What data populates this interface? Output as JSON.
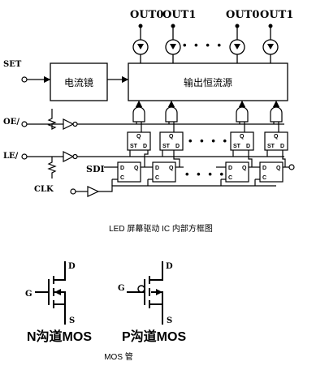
{
  "block_diagram": {
    "outputs": [
      "OUT0",
      "OUT1",
      "OUT0",
      "OUT1"
    ],
    "ellipsis": "• • • •",
    "current_mirror_label": "电流镜",
    "output_source_label": "输出恒流源",
    "pin_set": "SET",
    "pin_oe": "OE/",
    "pin_le": "LE/",
    "pin_clk": "CLK",
    "pin_sdi": "SDI",
    "latch_st": "ST",
    "latch_d": "D",
    "latch_q": "Q",
    "flipflop_d": "D",
    "flipflop_c": "C",
    "flipflop_q": "Q",
    "caption": "LED 屏幕驱动 IC 内部方框图"
  },
  "mos": {
    "n_label": "N沟道MOS",
    "p_label": "P沟道MOS",
    "gate": "G",
    "drain": "D",
    "source": "S",
    "caption": "MOS 管"
  }
}
